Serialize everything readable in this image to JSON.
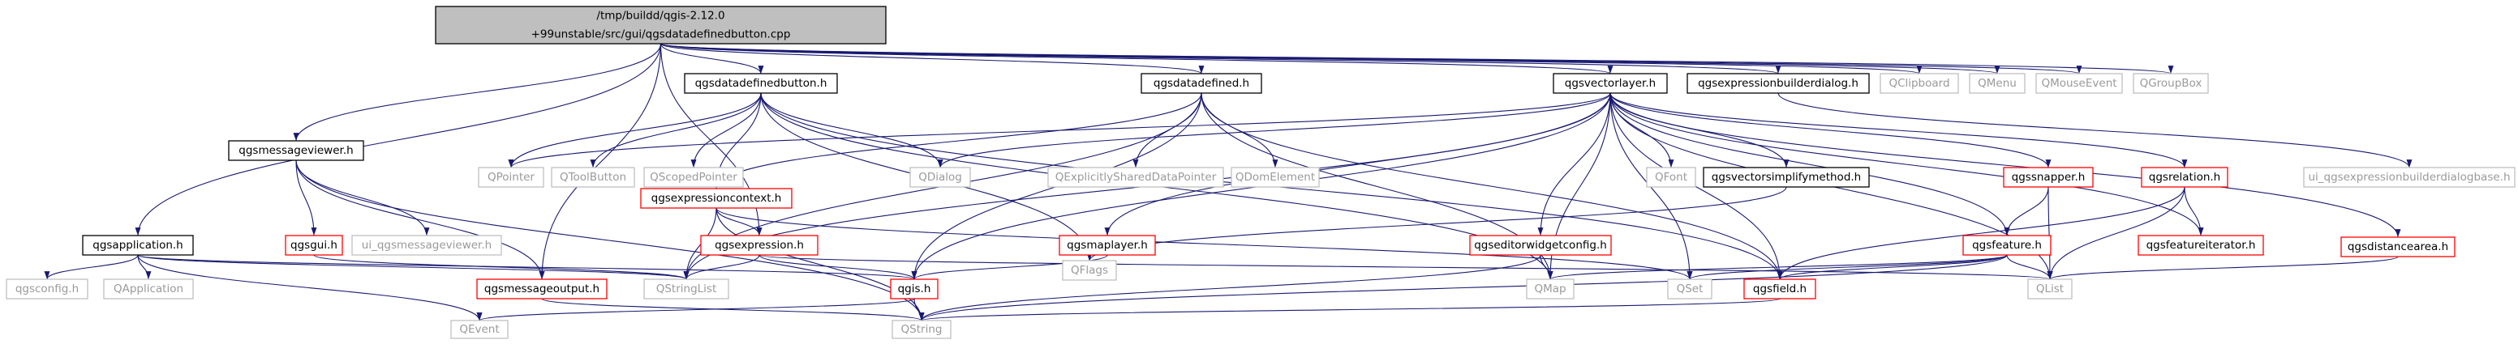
{
  "colors": {
    "edge": "#191970",
    "root_fill": "#bfbfbf",
    "root_stroke": "#000000",
    "documented_stroke": "#000000",
    "linked_stroke": "#ff0000",
    "external_stroke": "#bfbfbf",
    "external_text": "#9a9a9a",
    "text": "#000000"
  },
  "nodes": [
    {
      "id": "root",
      "label": "/tmp/buildd/qgis-2.12.0\n+99unstable/src/gui/qgsdatadefinedbutton.cpp",
      "kind": "root"
    },
    {
      "id": "qgsdatadefinedbutton_h",
      "label": "qgsdatadefinedbutton.h",
      "kind": "documented"
    },
    {
      "id": "qgsdatadefined_h",
      "label": "qgsdatadefined.h",
      "kind": "documented"
    },
    {
      "id": "qgsvectorlayer_h",
      "label": "qgsvectorlayer.h",
      "kind": "documented"
    },
    {
      "id": "qgsexpressionbuilderdialog_h",
      "label": "qgsexpressionbuilderdialog.h",
      "kind": "documented"
    },
    {
      "id": "QClipboard",
      "label": "QClipboard",
      "kind": "external"
    },
    {
      "id": "QMenu",
      "label": "QMenu",
      "kind": "external"
    },
    {
      "id": "QMouseEvent",
      "label": "QMouseEvent",
      "kind": "external"
    },
    {
      "id": "QGroupBox",
      "label": "QGroupBox",
      "kind": "external"
    },
    {
      "id": "qgsmessageviewer_h",
      "label": "qgsmessageviewer.h",
      "kind": "documented"
    },
    {
      "id": "QPointer",
      "label": "QPointer",
      "kind": "external"
    },
    {
      "id": "QToolButton",
      "label": "QToolButton",
      "kind": "external"
    },
    {
      "id": "QScopedPointer",
      "label": "QScopedPointer",
      "kind": "external"
    },
    {
      "id": "qgsexpressioncontext_h",
      "label": "qgsexpressioncontext.h",
      "kind": "linked"
    },
    {
      "id": "QDialog",
      "label": "QDialog",
      "kind": "external"
    },
    {
      "id": "QExplicitlySharedDataPointer",
      "label": "QExplicitlySharedDataPointer",
      "kind": "external"
    },
    {
      "id": "QDomElement",
      "label": "QDomElement",
      "kind": "external"
    },
    {
      "id": "QFont",
      "label": "QFont",
      "kind": "external"
    },
    {
      "id": "qgsvectorsimplifymethod_h",
      "label": "qgsvectorsimplifymethod.h",
      "kind": "documented"
    },
    {
      "id": "qgssnapper_h",
      "label": "qgssnapper.h",
      "kind": "linked"
    },
    {
      "id": "qgsrelation_h",
      "label": "qgsrelation.h",
      "kind": "linked"
    },
    {
      "id": "ui_qgsexpressionbuilderdialogbase_h",
      "label": "ui_qgsexpressionbuilderdialogbase.h",
      "kind": "external"
    },
    {
      "id": "qgsdistancearea_h",
      "label": "qgsdistancearea.h",
      "kind": "linked"
    },
    {
      "id": "qgsapplication_h",
      "label": "qgsapplication.h",
      "kind": "documented"
    },
    {
      "id": "qgsgui_h",
      "label": "qgsgui.h",
      "kind": "linked"
    },
    {
      "id": "ui_qgsmessageviewer_h",
      "label": "ui_qgsmessageviewer.h",
      "kind": "external"
    },
    {
      "id": "qgsexpression_h",
      "label": "qgsexpression.h",
      "kind": "linked"
    },
    {
      "id": "qgsmaplayer_h",
      "label": "qgsmaplayer.h",
      "kind": "linked"
    },
    {
      "id": "QFlags",
      "label": "QFlags",
      "kind": "external"
    },
    {
      "id": "qgseditorwidgetconfig_h",
      "label": "qgseditorwidgetconfig.h",
      "kind": "linked"
    },
    {
      "id": "qgsfeature_h",
      "label": "qgsfeature.h",
      "kind": "linked"
    },
    {
      "id": "qgsfeatureiterator_h",
      "label": "qgsfeatureiterator.h",
      "kind": "linked"
    },
    {
      "id": "qgsconfig_h",
      "label": "qgsconfig.h",
      "kind": "external"
    },
    {
      "id": "QApplication",
      "label": "QApplication",
      "kind": "external"
    },
    {
      "id": "QStringList",
      "label": "QStringList",
      "kind": "external"
    },
    {
      "id": "qgsmessageoutput_h",
      "label": "qgsmessageoutput.h",
      "kind": "linked"
    },
    {
      "id": "qgis_h",
      "label": "qgis.h",
      "kind": "linked"
    },
    {
      "id": "QMap",
      "label": "QMap",
      "kind": "external"
    },
    {
      "id": "QSet",
      "label": "QSet",
      "kind": "external"
    },
    {
      "id": "qgsfield_h",
      "label": "qgsfield.h",
      "kind": "linked"
    },
    {
      "id": "QList",
      "label": "QList",
      "kind": "external"
    },
    {
      "id": "QEvent",
      "label": "QEvent",
      "kind": "external"
    },
    {
      "id": "QString",
      "label": "QString",
      "kind": "external"
    }
  ],
  "edges": [
    [
      "root",
      "qgsdatadefinedbutton_h"
    ],
    [
      "root",
      "qgsdatadefined_h"
    ],
    [
      "root",
      "qgsvectorlayer_h"
    ],
    [
      "root",
      "qgsexpressionbuilderdialog_h"
    ],
    [
      "root",
      "QClipboard"
    ],
    [
      "root",
      "QMenu"
    ],
    [
      "root",
      "QMouseEvent"
    ],
    [
      "root",
      "QGroupBox"
    ],
    [
      "root",
      "qgsmessageviewer_h"
    ],
    [
      "root",
      "qgsapplication_h"
    ],
    [
      "root",
      "qgsexpression_h"
    ],
    [
      "root",
      "qgsmessageoutput_h"
    ],
    [
      "qgsdatadefinedbutton_h",
      "QPointer"
    ],
    [
      "qgsdatadefinedbutton_h",
      "QToolButton"
    ],
    [
      "qgsdatadefinedbutton_h",
      "QScopedPointer"
    ],
    [
      "qgsdatadefinedbutton_h",
      "qgsexpressioncontext_h"
    ],
    [
      "qgsdatadefinedbutton_h",
      "QDialog"
    ],
    [
      "qgsdatadefinedbutton_h",
      "QFlags"
    ],
    [
      "qgsdatadefinedbutton_h",
      "QMap"
    ],
    [
      "qgsdatadefinedbutton_h",
      "qgsfield_h"
    ],
    [
      "qgsdatadefined_h",
      "qgsexpressioncontext_h"
    ],
    [
      "qgsdatadefined_h",
      "QExplicitlySharedDataPointer"
    ],
    [
      "qgsdatadefined_h",
      "QDomElement"
    ],
    [
      "qgsdatadefined_h",
      "qgis_h"
    ],
    [
      "qgsdatadefined_h",
      "QMap"
    ],
    [
      "qgsdatadefined_h",
      "QStringList"
    ],
    [
      "qgsdatadefined_h",
      "qgsfield_h"
    ],
    [
      "qgsvectorlayer_h",
      "QPointer"
    ],
    [
      "qgsvectorlayer_h",
      "QDialog"
    ],
    [
      "qgsvectorlayer_h",
      "QFont"
    ],
    [
      "qgsvectorlayer_h",
      "qgsvectorsimplifymethod_h"
    ],
    [
      "qgsvectorlayer_h",
      "qgssnapper_h"
    ],
    [
      "qgsvectorlayer_h",
      "qgsrelation_h"
    ],
    [
      "qgsvectorlayer_h",
      "qgsmaplayer_h"
    ],
    [
      "qgsvectorlayer_h",
      "qgseditorwidgetconfig_h"
    ],
    [
      "qgsvectorlayer_h",
      "qgsfeature_h"
    ],
    [
      "qgsvectorlayer_h",
      "qgsfeatureiterator_h"
    ],
    [
      "qgsvectorlayer_h",
      "QStringList"
    ],
    [
      "qgsvectorlayer_h",
      "qgis_h"
    ],
    [
      "qgsvectorlayer_h",
      "QMap"
    ],
    [
      "qgsvectorlayer_h",
      "QSet"
    ],
    [
      "qgsvectorlayer_h",
      "qgsfield_h"
    ],
    [
      "qgsvectorlayer_h",
      "QList"
    ],
    [
      "qgsvectorlayer_h",
      "qgsdistancearea_h"
    ],
    [
      "qgsexpressionbuilderdialog_h",
      "ui_qgsexpressionbuilderdialogbase_h"
    ],
    [
      "qgsmessageviewer_h",
      "qgsgui_h"
    ],
    [
      "qgsmessageviewer_h",
      "ui_qgsmessageviewer_h"
    ],
    [
      "qgsmessageviewer_h",
      "qgsmessageoutput_h"
    ],
    [
      "qgsmessageviewer_h",
      "QString"
    ],
    [
      "qgsexpressioncontext_h",
      "qgsexpression_h"
    ],
    [
      "qgsexpressioncontext_h",
      "QStringList"
    ],
    [
      "qgsexpressioncontext_h",
      "QSet"
    ],
    [
      "qgsexpressioncontext_h",
      "QString"
    ],
    [
      "qgsexpression_h",
      "QStringList"
    ],
    [
      "qgsexpression_h",
      "qgis_h"
    ],
    [
      "qgsexpression_h",
      "QList"
    ],
    [
      "qgsmaplayer_h",
      "qgis_h"
    ],
    [
      "qgsvectorsimplifymethod_h",
      "QFlags"
    ],
    [
      "qgseditorwidgetconfig_h",
      "QMap"
    ],
    [
      "qgseditorwidgetconfig_h",
      "QString"
    ],
    [
      "qgssnapper_h",
      "qgsfeature_h"
    ],
    [
      "qgssnapper_h",
      "QList"
    ],
    [
      "qgsrelation_h",
      "qgsfeatureiterator_h"
    ],
    [
      "qgsrelation_h",
      "qgsfield_h"
    ],
    [
      "qgsrelation_h",
      "QList"
    ],
    [
      "qgsfeature_h",
      "QMap"
    ],
    [
      "qgsfeature_h",
      "QSet"
    ],
    [
      "qgsfeature_h",
      "qgsfield_h"
    ],
    [
      "qgsfeature_h",
      "QList"
    ],
    [
      "qgsfeature_h",
      "QString"
    ],
    [
      "qgsdistancearea_h",
      "QList"
    ],
    [
      "qgsapplication_h",
      "qgsconfig_h"
    ],
    [
      "qgsapplication_h",
      "QApplication"
    ],
    [
      "qgsapplication_h",
      "QEvent"
    ],
    [
      "qgsapplication_h",
      "QStringList"
    ],
    [
      "qgsapplication_h",
      "qgis_h"
    ],
    [
      "qgsgui_h",
      "QStringList"
    ],
    [
      "qgsmessageoutput_h",
      "QString"
    ],
    [
      "qgis_h",
      "QEvent"
    ],
    [
      "qgis_h",
      "QString"
    ],
    [
      "qgsfield_h",
      "QString"
    ]
  ]
}
